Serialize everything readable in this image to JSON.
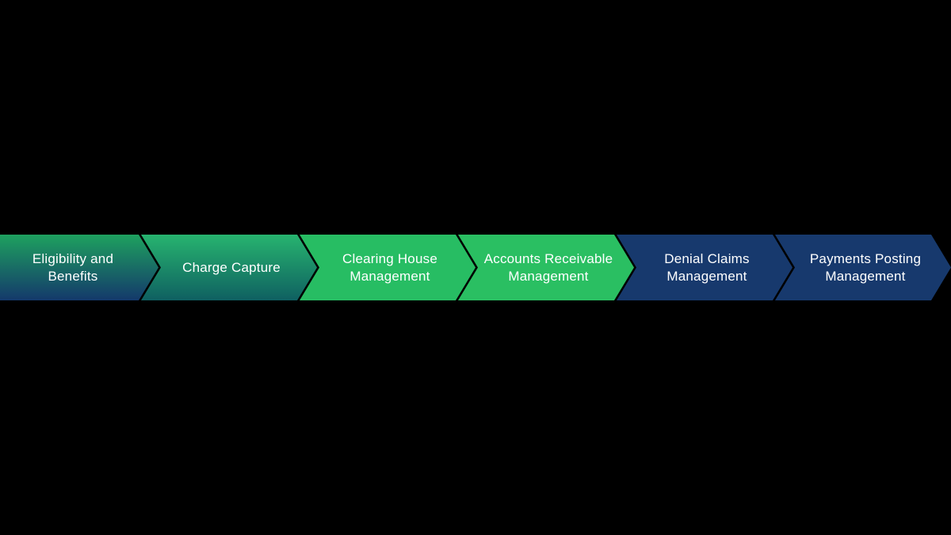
{
  "background_color": "#000000",
  "text_color": "#ffffff",
  "diagram": {
    "type": "chevron-process-flow",
    "direction": "left-to-right",
    "steps": [
      {
        "label": "Eligibility and Benefits",
        "fill": "gradient",
        "colors": [
          "#1ea емь15f",
          "#14396b"
        ]
      },
      {
        "label": "Charge Capture",
        "fill": "gradient",
        "colors": [
          "#27b46f",
          "#0f6061"
        ]
      },
      {
        "label": "Clearing House Management",
        "fill": "solid",
        "colors": [
          "#27bd63"
        ]
      },
      {
        "label": "Accounts Receivable Management",
        "fill": "solid",
        "colors": [
          "#2abf62"
        ]
      },
      {
        "label": "Denial Claims Management",
        "fill": "solid",
        "colors": [
          "#17396d"
        ]
      },
      {
        "label": "Payments Posting Management",
        "fill": "solid",
        "colors": [
          "#17396d"
        ]
      }
    ]
  }
}
